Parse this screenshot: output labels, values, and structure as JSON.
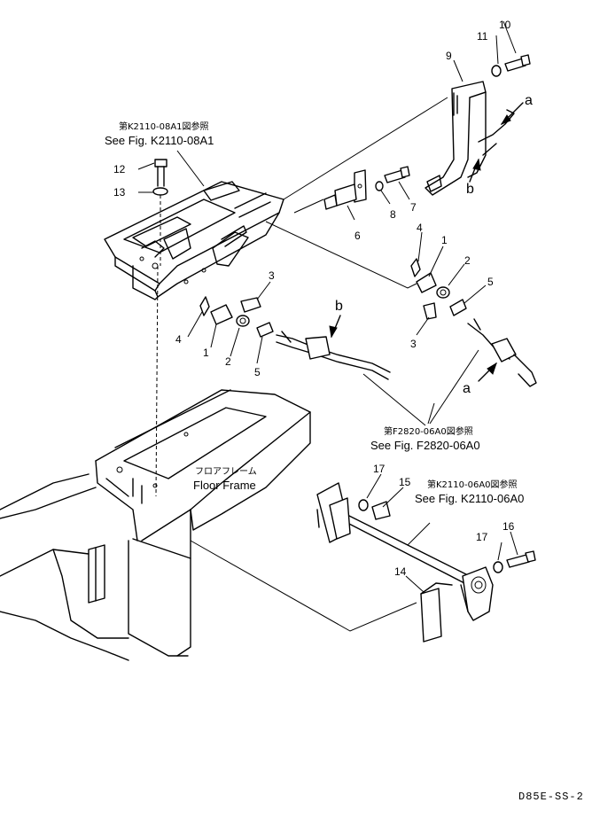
{
  "drawing_code": "D85E-SS-2",
  "references": {
    "k2110_08a1": {
      "jp": "第K2110-08A1図参照",
      "en": "See Fig. K2110-08A1"
    },
    "f2820_06a0": {
      "jp": "第F2820-06A0図参照",
      "en": "See Fig. F2820-06A0"
    },
    "k2110_06a0": {
      "jp": "第K2110-06A0図参照",
      "en": "See Fig. K2110-06A0"
    }
  },
  "floor_frame": {
    "jp": "フロアフレーム",
    "en": "Floor Frame"
  },
  "part_numbers": {
    "p1a": "1",
    "p1b": "1",
    "p2a": "2",
    "p2b": "2",
    "p3a": "3",
    "p3b": "3",
    "p4a": "4",
    "p4b": "4",
    "p5a": "5",
    "p5b": "5",
    "p6": "6",
    "p7": "7",
    "p8": "8",
    "p9": "9",
    "p10": "10",
    "p11": "11",
    "p12": "12",
    "p13": "13",
    "p14": "14",
    "p15": "15",
    "p16": "16",
    "p17a": "17",
    "p17b": "17"
  },
  "connection_letters": {
    "a_top": "a",
    "b_top": "b",
    "b_mid": "b",
    "a_bottom": "a"
  }
}
